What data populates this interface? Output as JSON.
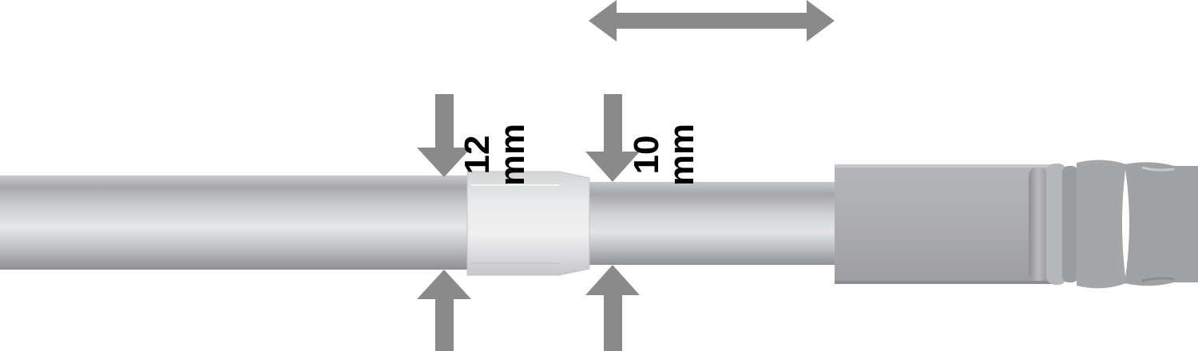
{
  "colors": {
    "arrow": "#8a8a8a",
    "rod_light": "#e4e5e6",
    "rod_mid": "#c4c5c7",
    "rod_dark": "#8f9093",
    "sleeve": "#dadbdc",
    "finial": "#a9aaac",
    "label": "#000000"
  },
  "icons": {
    "slide": "double-headed-arrow-icon",
    "pointer": "arrow-icon"
  },
  "dimensions": {
    "outer_rod": {
      "value": "12",
      "unit": "mm"
    },
    "inner_rod": {
      "value": "10",
      "unit": "mm"
    }
  }
}
